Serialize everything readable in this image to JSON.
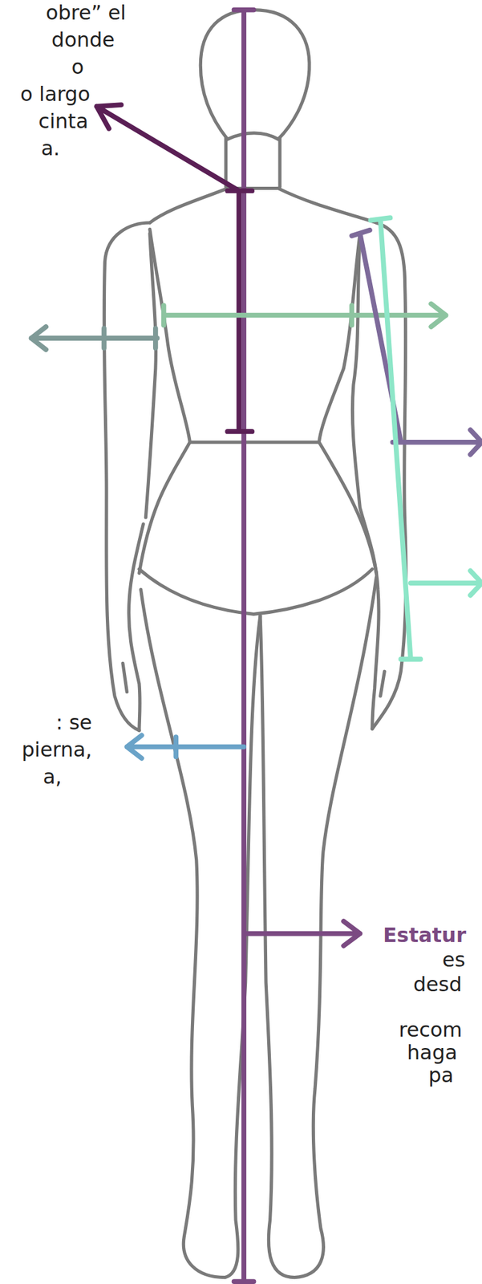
{
  "diagram": {
    "labels": [
      "obre” el",
      "donde",
      "o",
      "o largo",
      "cinta",
      "a.",
      ": se",
      "pierna,",
      "a,",
      "Estatur",
      "es",
      "desd",
      "recom",
      "haga",
      "pa"
    ]
  }
}
